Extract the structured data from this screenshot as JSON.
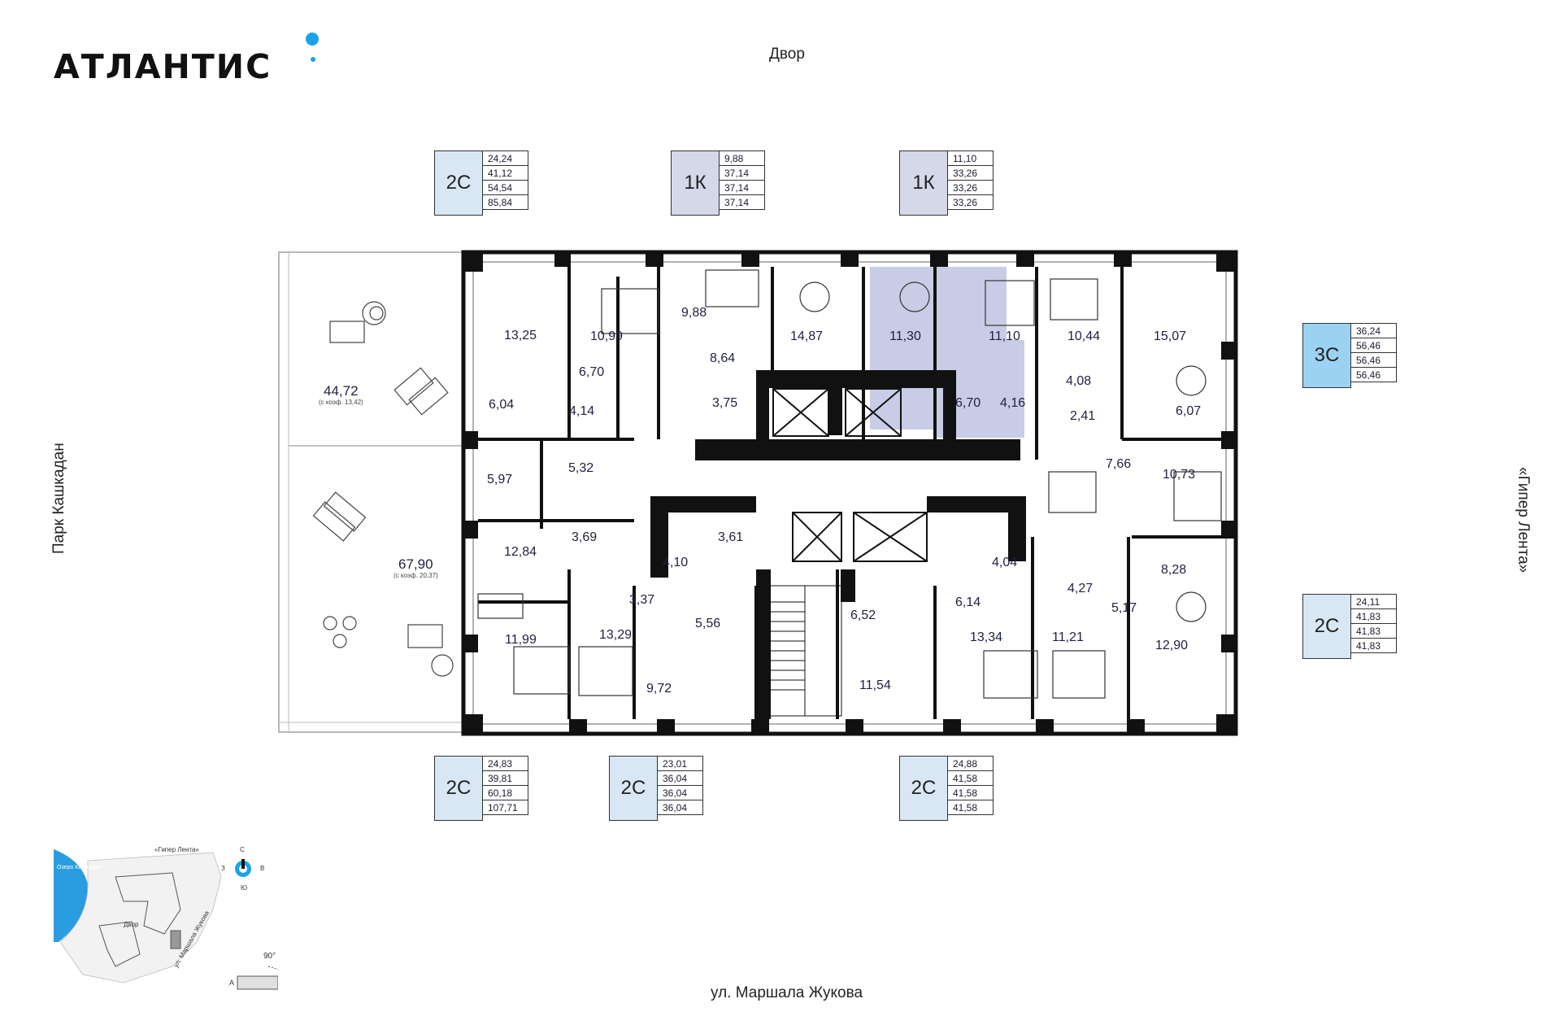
{
  "logo": {
    "text": "АТЛАНТИС"
  },
  "streets": {
    "top": "Двор",
    "bottom": "ул. Маршала Жукова",
    "left": "Парк Кашкадан",
    "right": "«Гипер Лента»"
  },
  "colors": {
    "accent": "#1aa3e8",
    "wall": "#111111",
    "type_2c": "#d9e7f5",
    "type_1k": "#d4d8e8",
    "type_3c": "#9bd2f1",
    "highlight": "#c9cce6"
  },
  "badges": [
    {
      "type": "2С",
      "areas": [
        "24,24",
        "41,12",
        "54,54",
        "85,84"
      ],
      "tone": "t-blue"
    },
    {
      "type": "1К",
      "areas": [
        "9,88",
        "37,14",
        "37,14",
        "37,14"
      ],
      "tone": "t-lav"
    },
    {
      "type": "1К",
      "areas": [
        "11,10",
        "33,26",
        "33,26",
        "33,26"
      ],
      "tone": "t-lav"
    },
    {
      "type": "3С",
      "areas": [
        "36,24",
        "56,46",
        "56,46",
        "56,46"
      ],
      "tone": "t-sky"
    },
    {
      "type": "2С",
      "areas": [
        "24,11",
        "41,83",
        "41,83",
        "41,83"
      ],
      "tone": "t-blue"
    },
    {
      "type": "2С",
      "areas": [
        "24,83",
        "39,81",
        "60,18",
        "107,71"
      ],
      "tone": "t-blue"
    },
    {
      "type": "2С",
      "areas": [
        "23,01",
        "36,04",
        "36,04",
        "36,04"
      ],
      "tone": "t-blue"
    },
    {
      "type": "2С",
      "areas": [
        "24,88",
        "41,58",
        "41,58",
        "41,58"
      ],
      "tone": "t-blue"
    }
  ],
  "rooms": {
    "r1": "13,25",
    "r2": "10,99",
    "r3": "9,88",
    "r4": "14,87",
    "r5": "11,30",
    "r6": "11,10",
    "r7": "10,44",
    "r8": "15,07",
    "r9": "6,70",
    "r10": "8,64",
    "r11": "6,04",
    "r12": "4,14",
    "r13": "3,75",
    "r14": "6,70",
    "r15": "4,16",
    "r16": "4,08",
    "r17": "2,41",
    "r18": "6,07",
    "r19": "5,97",
    "r20": "5,32",
    "r21": "7,66",
    "r22": "10,73",
    "r23": "3,69",
    "r24": "3,61",
    "r25": "12,84",
    "r26": "4,10",
    "r27": "4,04",
    "r28": "4,27",
    "r29": "8,28",
    "r30": "3,37",
    "r31": "6,14",
    "r32": "5,56",
    "r33": "6,52",
    "r34": "5,17",
    "r35": "11,99",
    "r36": "13,29",
    "r37": "13,34",
    "r38": "11,21",
    "r39": "12,90",
    "r40": "9,72",
    "r41": "11,54"
  },
  "terraces": [
    {
      "area": "44,72",
      "note": "(с коэф. 13,42)"
    },
    {
      "area": "67,90",
      "note": "(с коэф. 20,37)"
    }
  ],
  "minimap": {
    "lake": "Озеро Кашкадан",
    "giper": "«Гипер Лента»",
    "yard": "Двор",
    "street": "ул. Маршала Жукова",
    "compass": {
      "n": "С",
      "s": "Ю",
      "w": "З",
      "e": "В"
    },
    "rotation": "90°",
    "section": "А"
  }
}
